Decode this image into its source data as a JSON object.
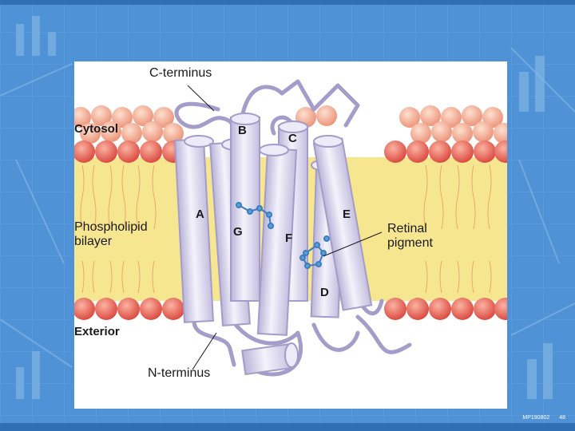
{
  "labels": {
    "c_terminus": "C-terminus",
    "cytosol": "Cytosol",
    "phospholipid_bilayer_line1": "Phospholipid",
    "phospholipid_bilayer_line2": "bilayer",
    "exterior": "Exterior",
    "n_terminus": "N-terminus",
    "retinal_line1": "Retinal",
    "retinal_line2": "pigment"
  },
  "helices": [
    "A",
    "B",
    "C",
    "D",
    "E",
    "F",
    "G"
  ],
  "footer": {
    "code": "MP190802",
    "page": "48"
  },
  "colors": {
    "background": "#4f93d6",
    "membrane_interior": "#f7e690",
    "lipid_head": "#e8705e",
    "protein": "#d9d6ec",
    "protein_outline": "#a49cc9",
    "retinal": "#5aa0d8"
  }
}
